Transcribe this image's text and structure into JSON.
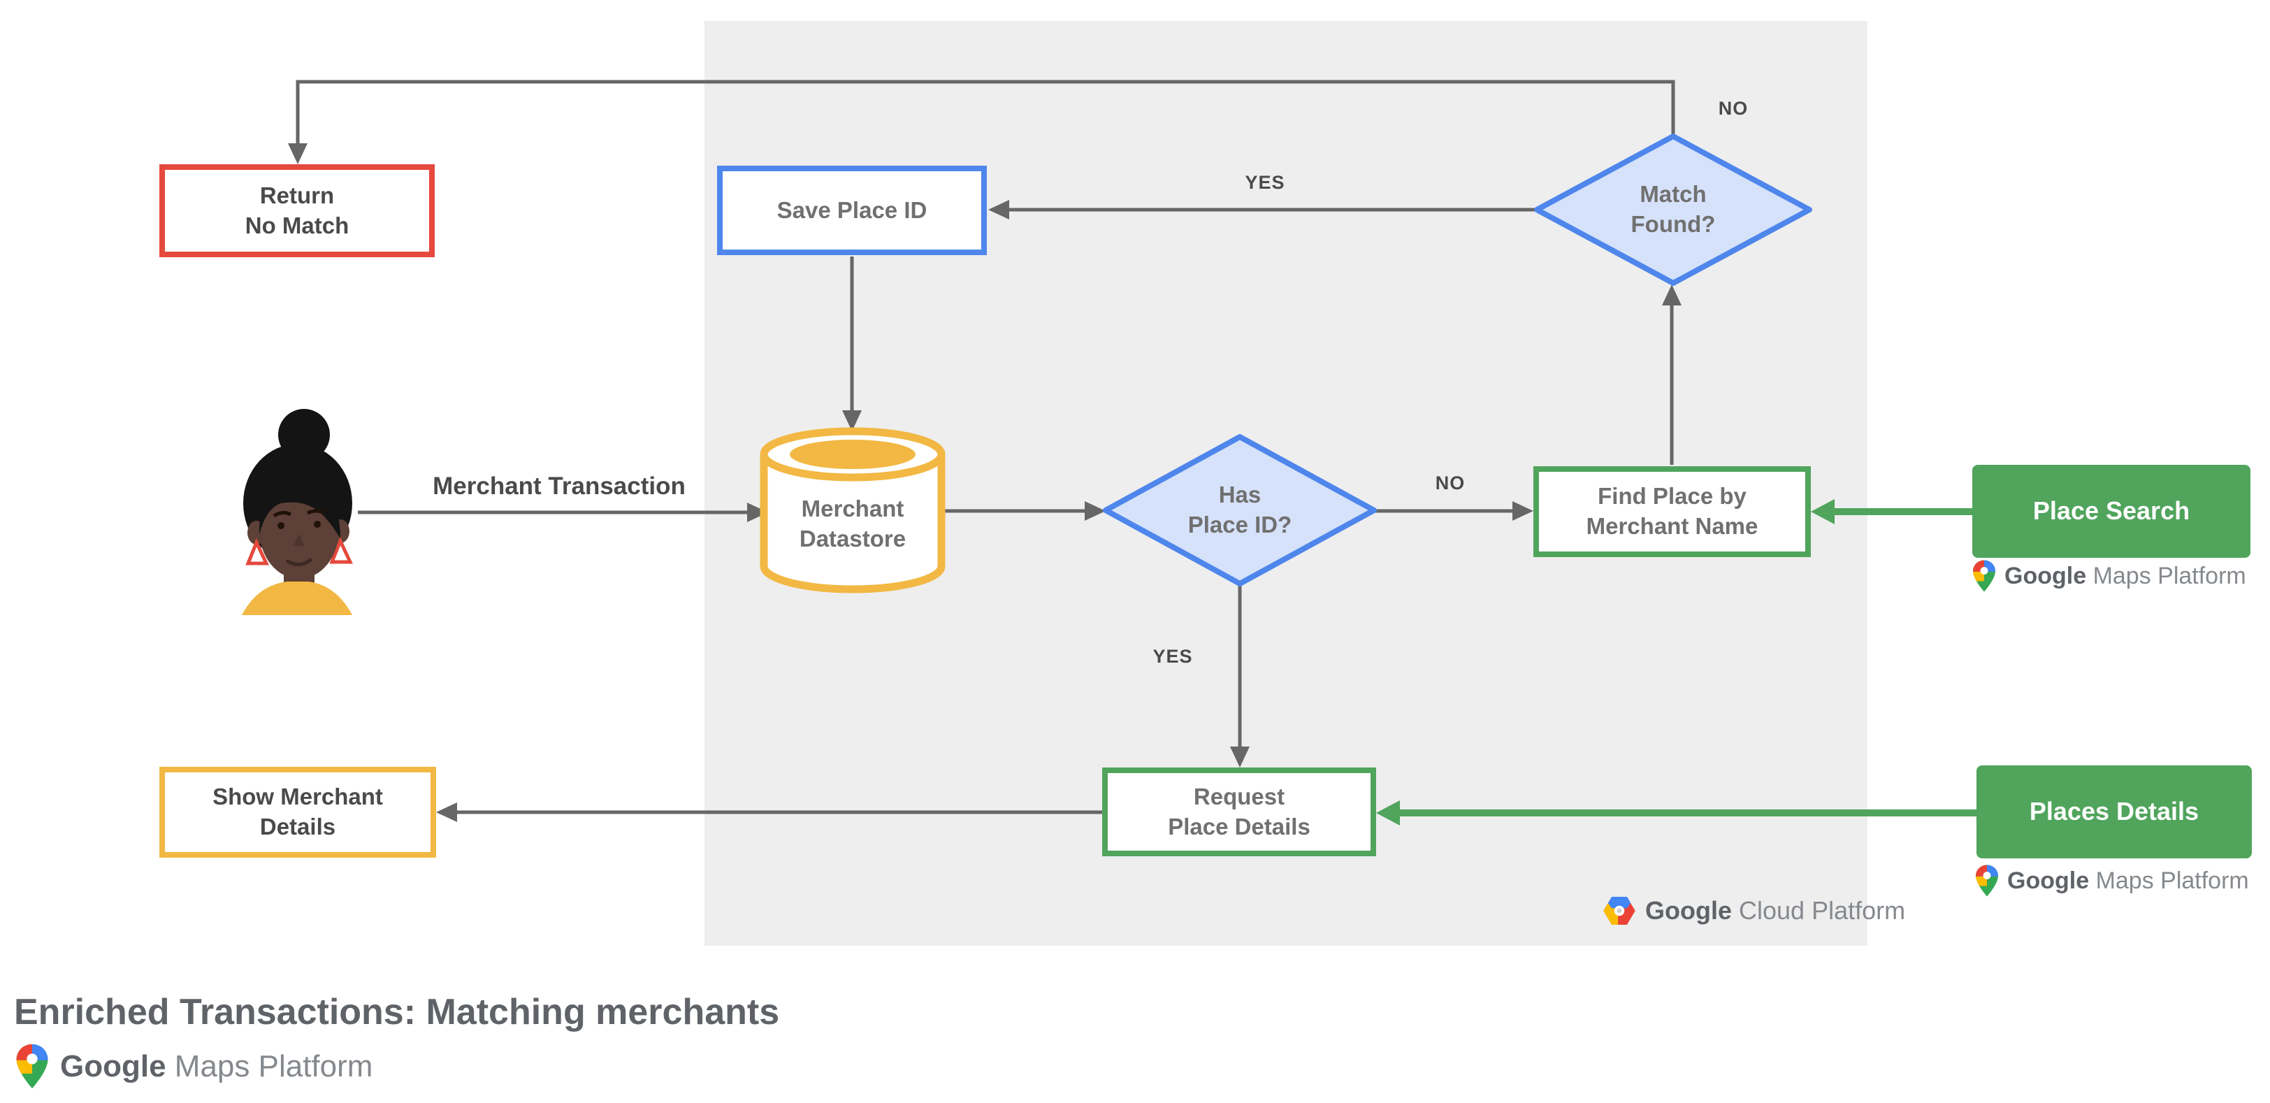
{
  "title": "Enriched Transactions: Matching merchants",
  "flow_label": "Merchant Transaction",
  "nodes": {
    "return_no_match": "Return\nNo Match",
    "save_place_id": "Save Place ID",
    "match_found": "Match\nFound?",
    "merchant_datastore": "Merchant\nDatastore",
    "has_place_id": "Has\nPlace ID?",
    "find_place_by_merchant_name": "Find Place by\nMerchant Name",
    "place_search": "Place Search",
    "request_place_details": "Request\nPlace Details",
    "places_details": "Places Details",
    "show_merchant_details": "Show Merchant\nDetails"
  },
  "edge_labels": {
    "match_found_no": "NO",
    "match_found_yes": "YES",
    "has_place_id_no": "NO",
    "has_place_id_yes": "YES"
  },
  "logos": {
    "gmp": {
      "google": "Google",
      "product": "Maps Platform"
    },
    "gcp": {
      "google": "Google",
      "product": "Cloud Platform"
    }
  },
  "icons": {
    "maps_pin": "google-maps-pin-icon",
    "gcp_hexagon": "google-cloud-hexagon-icon",
    "avatar": "person-avatar"
  },
  "colors": {
    "red": "#e5493d",
    "blue": "#4e86ec",
    "diamond_fill": "#d6e2fa",
    "green": "#50a45c",
    "yellow": "#f2b843",
    "panel_gray": "#eeeeee",
    "line_gray": "#666666"
  }
}
